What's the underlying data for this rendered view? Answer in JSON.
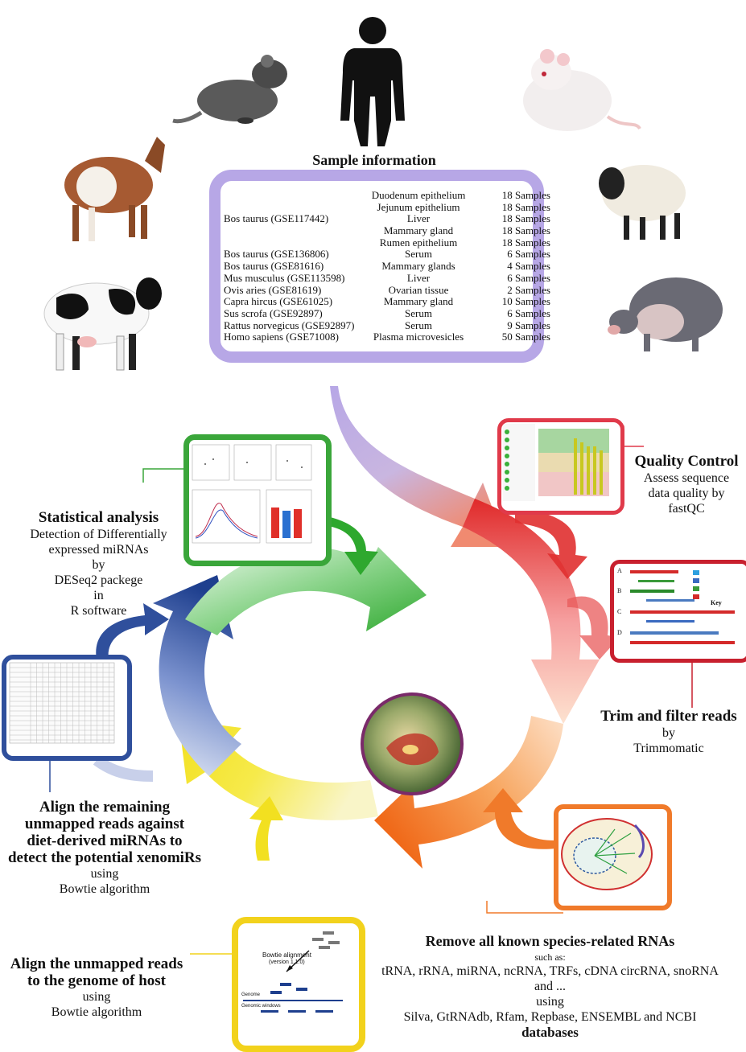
{
  "sample_panel": {
    "title": "Sample information",
    "rows": [
      {
        "species": "",
        "tissue": "Duodenum epithelium",
        "samples": "18 Samples"
      },
      {
        "species": "",
        "tissue": "Jejunum epithelium",
        "samples": "18 Samples"
      },
      {
        "species": "Bos taurus (GSE117442)",
        "tissue": "Liver",
        "samples": "18 Samples"
      },
      {
        "species": "",
        "tissue": "Mammary gland",
        "samples": "18 Samples"
      },
      {
        "species": "",
        "tissue": "Rumen epithelium",
        "samples": "18 Samples"
      },
      {
        "species": "Bos taurus (GSE136806)",
        "tissue": "Serum",
        "samples": "6 Samples"
      },
      {
        "species": "Bos taurus (GSE81616)",
        "tissue": "Mammary glands",
        "samples": "4 Samples"
      },
      {
        "species": "Mus musculus (GSE113598)",
        "tissue": "Liver",
        "samples": "6 Samples"
      },
      {
        "species": "Ovis aries (GSE81619)",
        "tissue": "Ovarian tissue",
        "samples": "2 Samples"
      },
      {
        "species": "Capra hircus (GSE61025)",
        "tissue": "Mammary gland",
        "samples": "10 Samples"
      },
      {
        "species": "Sus scrofa (GSE92897)",
        "tissue": "Serum",
        "samples": "6 Samples"
      },
      {
        "species": "Rattus norvegicus (GSE92897)",
        "tissue": "Serum",
        "samples": "9 Samples"
      },
      {
        "species": "Homo sapiens (GSE71008)",
        "tissue": "Plasma microvesicles",
        "samples": "50 Samples"
      }
    ]
  },
  "steps": {
    "quality": {
      "title": "Quality Control",
      "line1": "Assess sequence",
      "line2": "data quality by",
      "line3": "fastQC"
    },
    "trim": {
      "title": "Trim and filter reads",
      "line1": "by",
      "line2": "Trimmomatic"
    },
    "remove": {
      "title": "Remove all known species-related RNAs",
      "line1": "such as:",
      "line2": "tRNA, rRNA, miRNA, ncRNA, TRFs, cDNA circRNA, snoRNA",
      "line3": "and ...",
      "line4": "using",
      "line5": "Silva, GtRNAdb, Rfam, Repbase, ENSEMBL and NCBI",
      "line6": "databases"
    },
    "align_host": {
      "title1": "Align the unmapped reads",
      "title2": "to the genome of host",
      "line1": "using",
      "line2": "Bowtie  algorithm"
    },
    "align_xeno": {
      "title1": "Align the remaining",
      "title2": "unmapped reads against",
      "title3": "diet-derived miRNAs to",
      "title4": "detect the potential xenomiRs",
      "line1": "using",
      "line2": "Bowtie  algorithm"
    },
    "stats": {
      "title": "Statistical analysis",
      "line1": "Detection of Differentially",
      "line2": "expressed miRNAs",
      "line3": "by",
      "line4": "DESeq2 packege",
      "line5": "in",
      "line6": "R software"
    }
  },
  "trim_panel": {
    "row_labels": [
      "A",
      "B",
      "C",
      "D"
    ],
    "key_label": "Key"
  },
  "bowtie_panel": {
    "label1": "Bowtie alignment",
    "label2": "(version 1.1.0)",
    "label3": "Genome",
    "label4": "Genomic windows"
  },
  "colors": {
    "sample_border": "#b7a7e6",
    "quality_border": "#e03a4a",
    "trim_border": "#c8202e",
    "remove_border": "#f07a2a",
    "bowtie_border": "#f2d21c",
    "table_border": "#2f4f9c",
    "stats_border": "#3aa63a",
    "arrow_purple": "#b7a7e6",
    "arrow_red": "#e03030",
    "arrow_orange": "#f07a2a",
    "arrow_yellow": "#f2e020",
    "arrow_blue": "#2f4f9c",
    "arrow_green": "#3fb83f"
  }
}
